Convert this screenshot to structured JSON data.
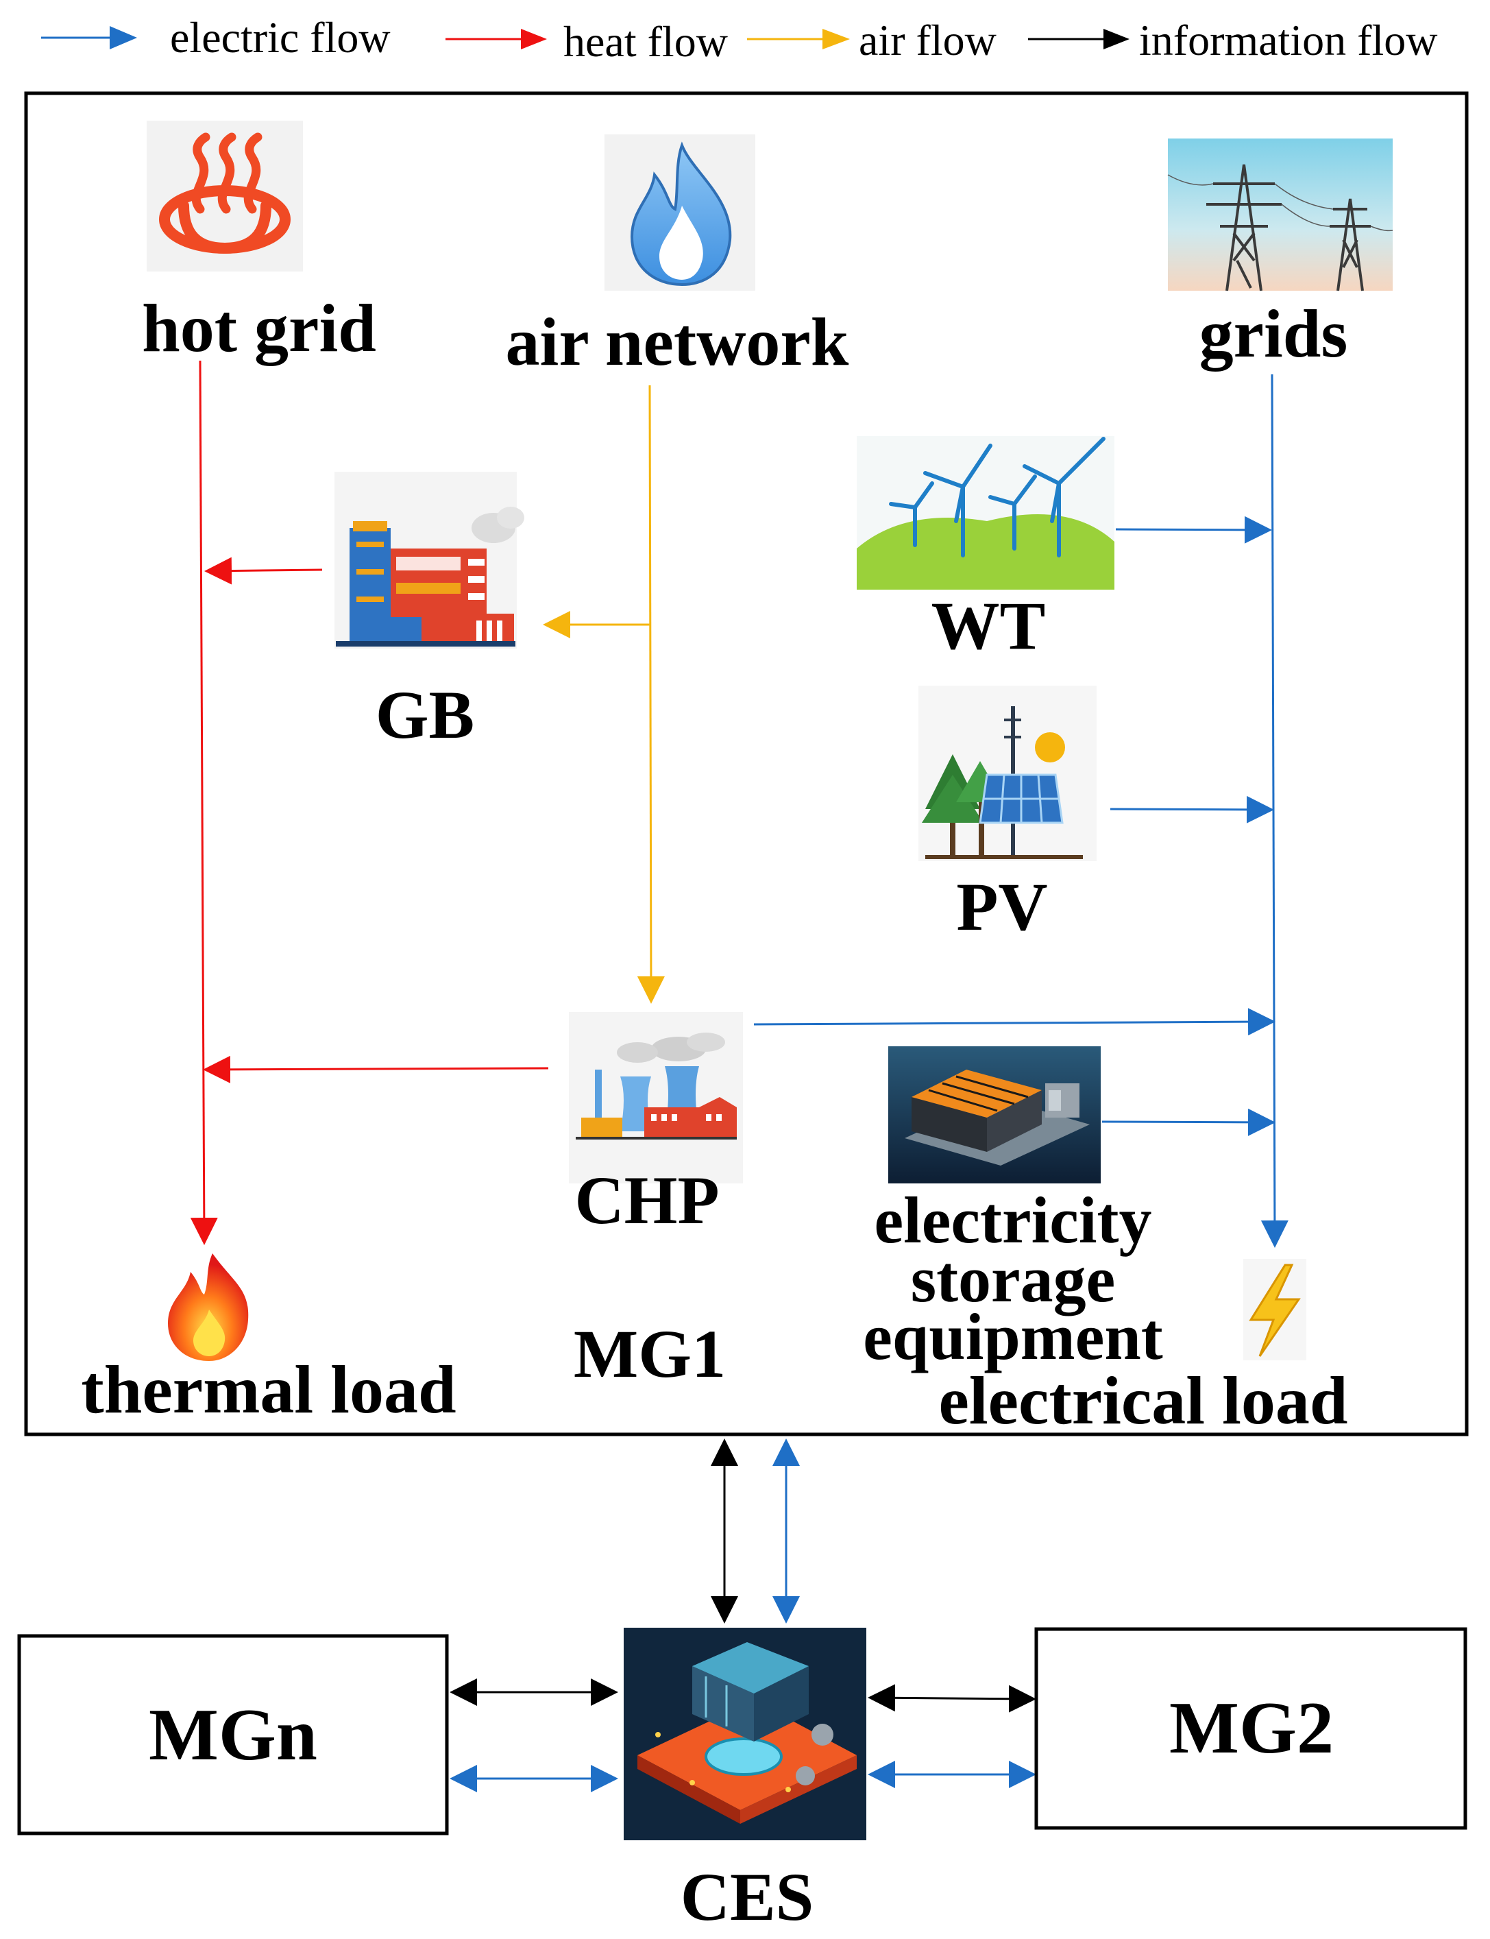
{
  "legend": {
    "electric": "electric flow",
    "heat": "heat flow",
    "air": "air flow",
    "information": "information flow"
  },
  "colors": {
    "electric": "#1f6fc6",
    "heat": "#ee1111",
    "air": "#f5b50e",
    "information": "#000000"
  },
  "nodes": {
    "hot_grid": "hot grid",
    "air_network": "air network",
    "grids": "grids",
    "wt": "WT",
    "gb": "GB",
    "pv": "PV",
    "chp": "CHP",
    "storage_line1": "electricity",
    "storage_line2": "storage",
    "storage_line3": "equipment",
    "thermal_load": "thermal load",
    "mg1": "MG1",
    "electrical_load": "electrical load",
    "mgn": "MGn",
    "mg2": "MG2",
    "ces": "CES"
  },
  "icons": {
    "hot_grid": "steam-heat-icon",
    "air_network": "gas-flame-icon",
    "grids": "transmission-tower-icon",
    "wt": "wind-turbine-icon",
    "gb": "gas-boiler-factory-icon",
    "pv": "solar-panel-icon",
    "chp": "power-plant-icon",
    "storage": "battery-storage-icon",
    "thermal_load": "fire-icon",
    "electrical_load": "lightning-icon",
    "ces": "energy-station-icon"
  }
}
